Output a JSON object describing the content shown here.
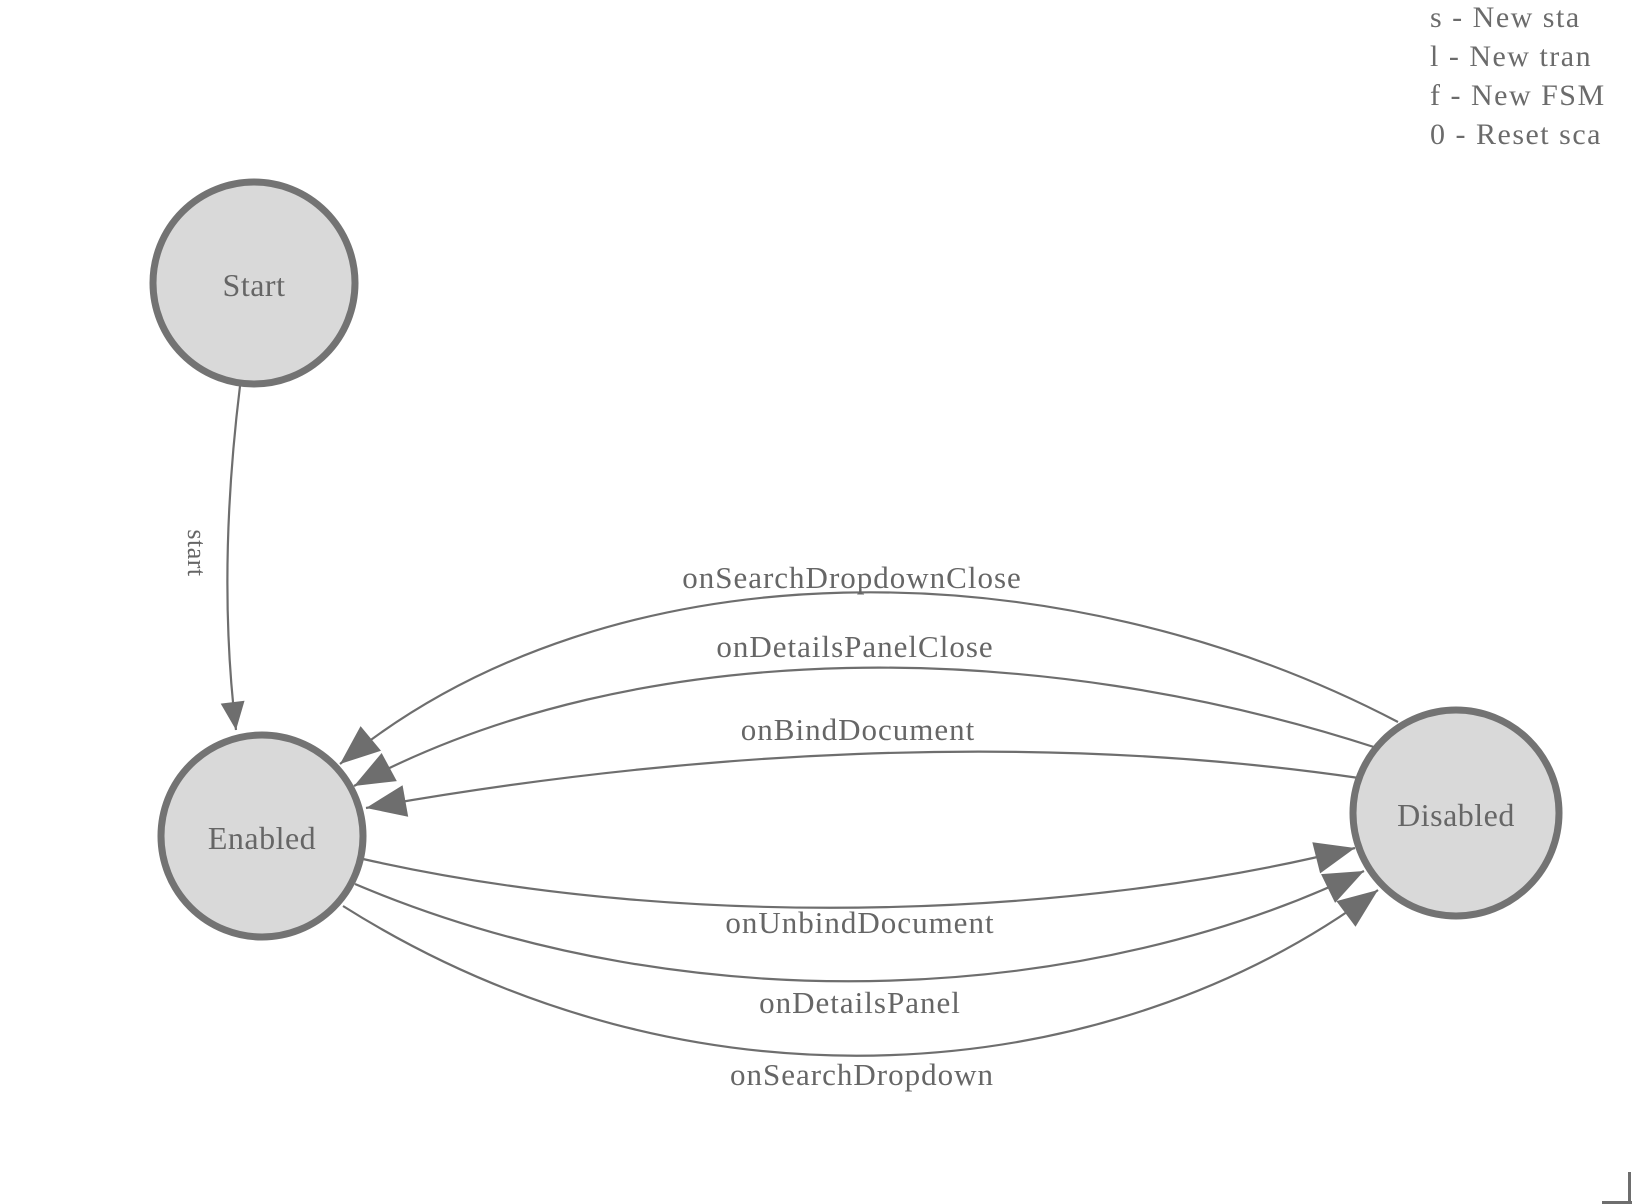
{
  "colors": {
    "node_fill": "#d9d9d9",
    "node_stroke": "#737373",
    "edge_stroke": "#6e6e6e",
    "arrow_fill": "#6e6e6e",
    "label_text": "#666666",
    "legend_text": "#6b6b6b"
  },
  "legend": {
    "lines": [
      "s - New sta",
      "l - New tran",
      "f - New FSM",
      "0 - Reset sca"
    ]
  },
  "diagram": {
    "nodes": [
      {
        "id": "start",
        "label": "Start"
      },
      {
        "id": "enabled",
        "label": "Enabled"
      },
      {
        "id": "disabled",
        "label": "Disabled"
      }
    ],
    "edges": [
      {
        "from": "Start",
        "to": "Enabled",
        "label": "start"
      },
      {
        "from": "Disabled",
        "to": "Enabled",
        "label": "onSearchDropdownClose"
      },
      {
        "from": "Disabled",
        "to": "Enabled",
        "label": "onDetailsPanelClose"
      },
      {
        "from": "Disabled",
        "to": "Enabled",
        "label": "onBindDocument"
      },
      {
        "from": "Enabled",
        "to": "Disabled",
        "label": "onUnbindDocument"
      },
      {
        "from": "Enabled",
        "to": "Disabled",
        "label": "onDetailsPanel"
      },
      {
        "from": "Enabled",
        "to": "Disabled",
        "label": "onSearchDropdown"
      }
    ]
  }
}
